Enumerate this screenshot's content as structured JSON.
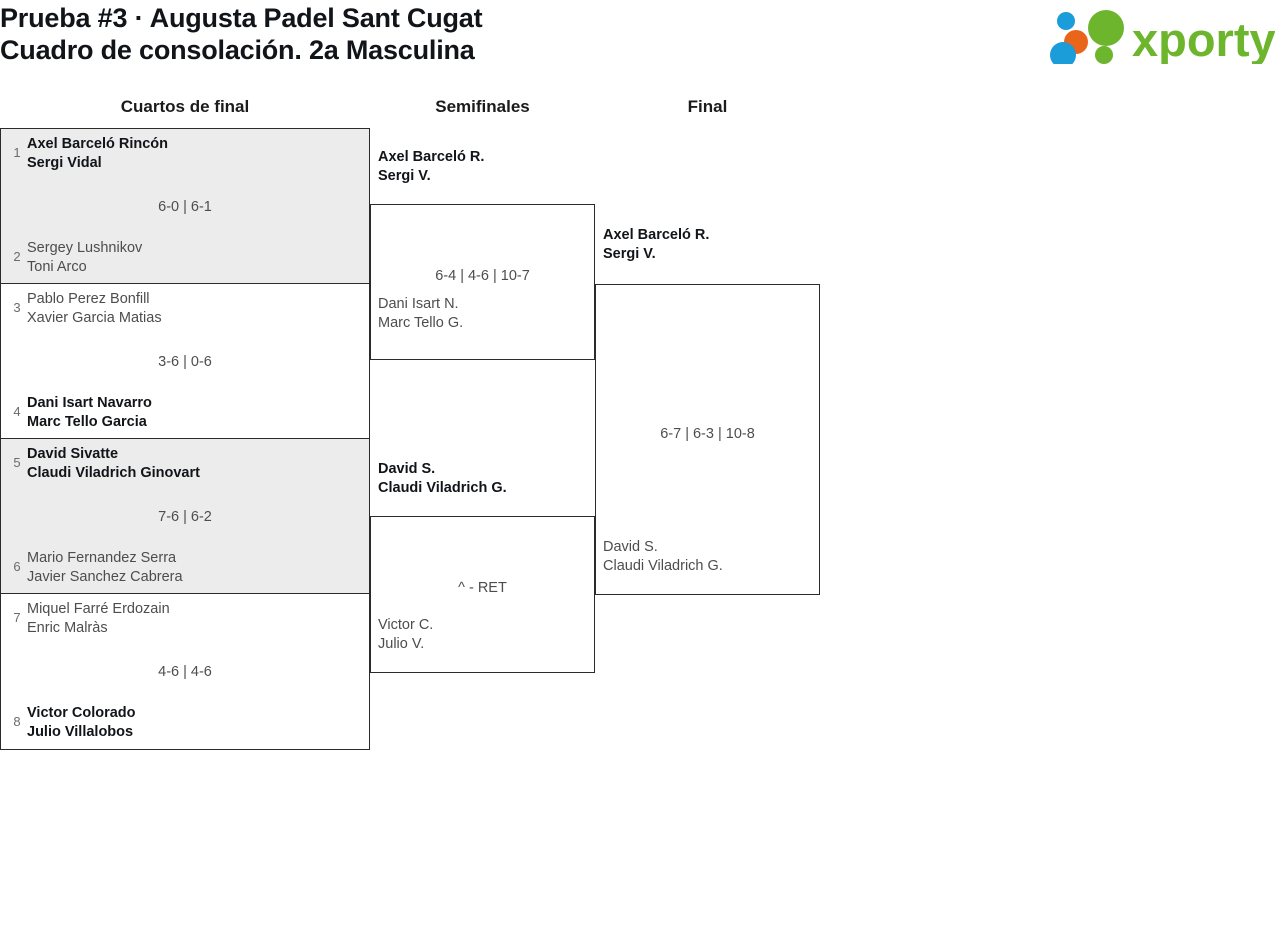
{
  "header": {
    "title_line1": "Prueba #3 · Augusta Padel Sant Cugat",
    "title_line2": "Cuadro de consolación. 2a Masculina",
    "logo_text": "xporty",
    "logo_colors": {
      "green": "#6cb52d",
      "blue": "#1b9dd9",
      "orange": "#e8651a"
    }
  },
  "rounds": [
    {
      "label": "Cuartos de final"
    },
    {
      "label": "Semifinales"
    },
    {
      "label": "Final"
    }
  ],
  "quarterfinals": [
    {
      "shaded": true,
      "score": "6-0 | 6-1",
      "top": {
        "seed": "1",
        "p1": "Axel Barceló Rincón",
        "p2": "Sergi Vidal",
        "winner": true
      },
      "bottom": {
        "seed": "2",
        "p1": "Sergey Lushnikov",
        "p2": "Toni Arco",
        "winner": false
      }
    },
    {
      "shaded": false,
      "score": "3-6 | 0-6",
      "top": {
        "seed": "3",
        "p1": "Pablo Perez Bonfill",
        "p2": "Xavier Garcia Matias",
        "winner": false
      },
      "bottom": {
        "seed": "4",
        "p1": "Dani Isart Navarro",
        "p2": "Marc Tello Garcia",
        "winner": true
      }
    },
    {
      "shaded": true,
      "score": "7-6 | 6-2",
      "top": {
        "seed": "5",
        "p1": "David Sivatte",
        "p2": "Claudi Viladrich Ginovart",
        "winner": true
      },
      "bottom": {
        "seed": "6",
        "p1": "Mario Fernandez Serra",
        "p2": "Javier Sanchez Cabrera",
        "winner": false
      }
    },
    {
      "shaded": false,
      "score": "4-6 | 4-6",
      "top": {
        "seed": "7",
        "p1": "Miquel Farré Erdozain",
        "p2": "Enric Malràs",
        "winner": false
      },
      "bottom": {
        "seed": "8",
        "p1": "Victor Colorado",
        "p2": "Julio Villalobos",
        "winner": true
      }
    }
  ],
  "semifinals": [
    {
      "score": "6-4 | 4-6 | 10-7",
      "top": {
        "p1": "Axel Barceló R.",
        "p2": "Sergi V.",
        "winner": true
      },
      "bottom": {
        "p1": "Dani Isart N.",
        "p2": "Marc Tello G.",
        "winner": false
      }
    },
    {
      "score": "^ - RET",
      "top": {
        "p1": "David S.",
        "p2": "Claudi Viladrich G.",
        "winner": true
      },
      "bottom": {
        "p1": "Victor C.",
        "p2": "Julio V.",
        "winner": false
      }
    }
  ],
  "final": {
    "score": "6-7 | 6-3 | 10-8",
    "top": {
      "p1": "Axel Barceló R.",
      "p2": "Sergi V.",
      "winner": true
    },
    "bottom": {
      "p1": "David S.",
      "p2": "Claudi Viladrich G.",
      "winner": false
    }
  }
}
